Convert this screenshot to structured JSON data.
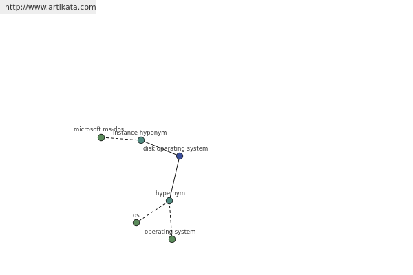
{
  "header": {
    "url": "http://www.artikata.com"
  },
  "colors": {
    "node_green": "#5a8a5a",
    "node_teal": "#4f8a80",
    "node_blue": "#3a4e9a",
    "edge": "#000000",
    "label": "#333333"
  },
  "graph": {
    "nodes": [
      {
        "id": "microsoft",
        "label": "microsoft ms-dos",
        "type": "term"
      },
      {
        "id": "instance",
        "label": "instance hyponym",
        "type": "relation"
      },
      {
        "id": "dos",
        "label": "disk operating system",
        "type": "focus"
      },
      {
        "id": "hypernym",
        "label": "hypernym",
        "type": "relation"
      },
      {
        "id": "os",
        "label": "os",
        "type": "term"
      },
      {
        "id": "opsys",
        "label": "operating system",
        "type": "term"
      }
    ],
    "edges": [
      {
        "from": "microsoft",
        "to": "instance",
        "style": "dashed"
      },
      {
        "from": "instance",
        "to": "dos",
        "style": "solid"
      },
      {
        "from": "dos",
        "to": "hypernym",
        "style": "solid"
      },
      {
        "from": "hypernym",
        "to": "os",
        "style": "dashed"
      },
      {
        "from": "hypernym",
        "to": "opsys",
        "style": "dashed"
      }
    ]
  }
}
